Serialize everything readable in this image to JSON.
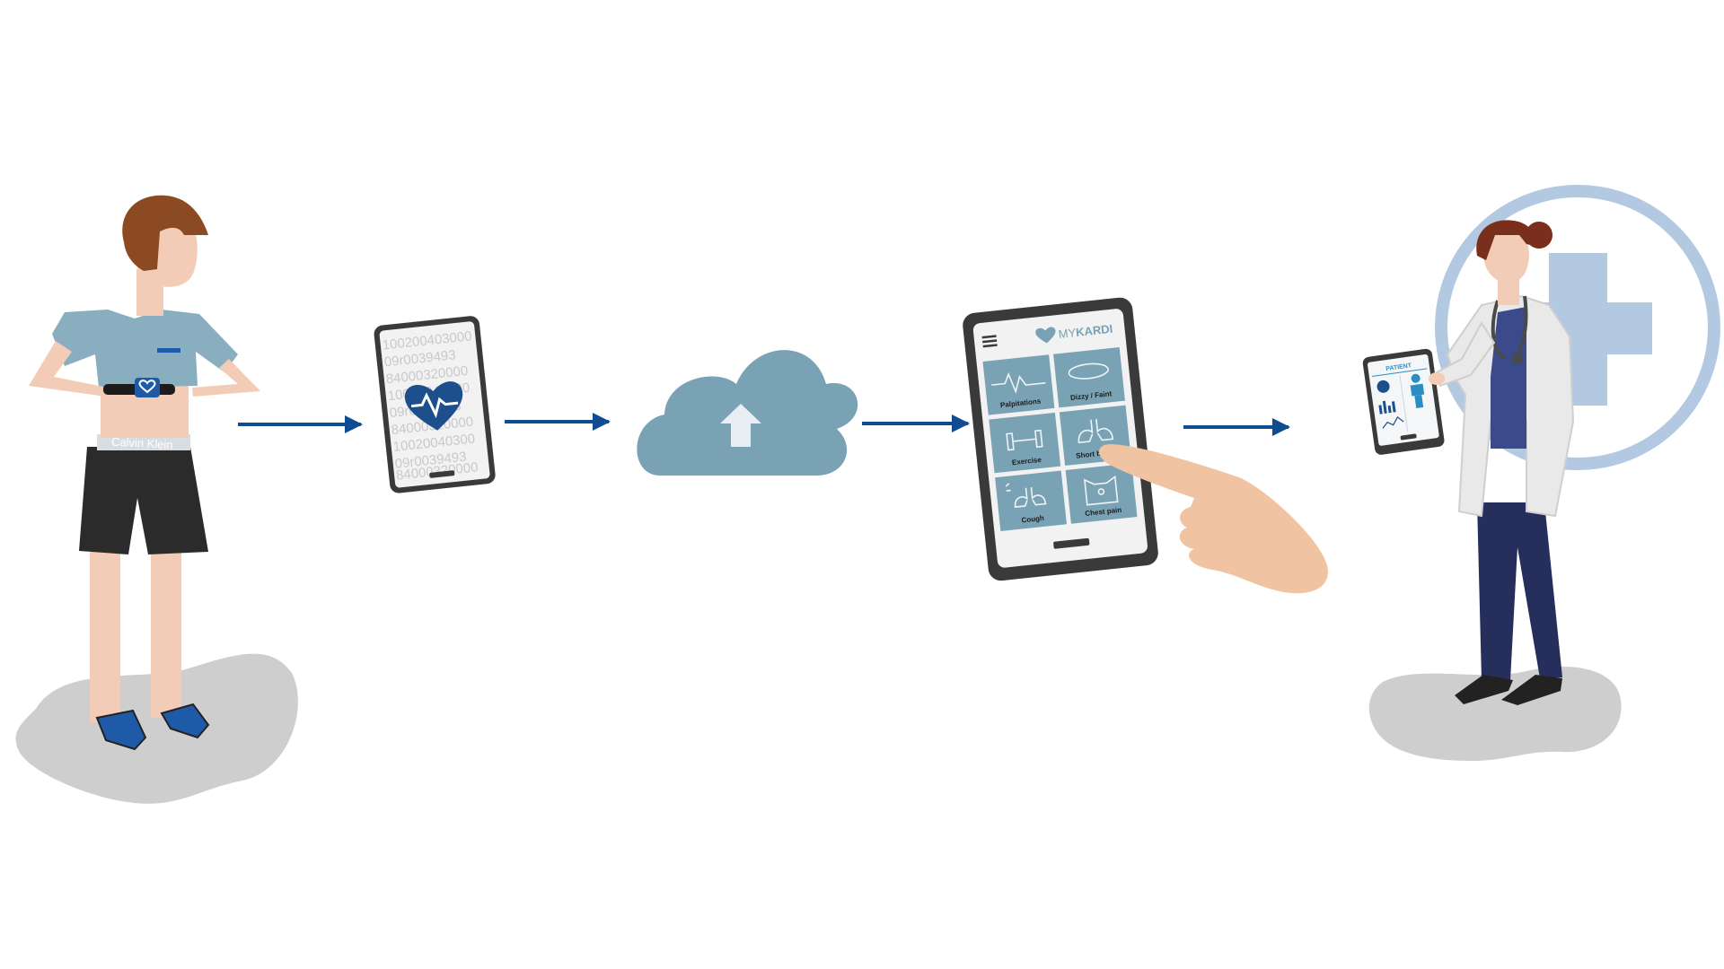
{
  "colors": {
    "arrow": "#0f4c92",
    "cloud": "#7aa2b5",
    "tile": "#7aa2b5",
    "skin": "#f2ccb6",
    "hair": "#8b4a22",
    "shadow": "#cfcecf",
    "shirt": "#88aebf",
    "shorts": "#2b2b2b",
    "sandal": "#1f5aa8",
    "plus": "#b3c9e1",
    "scrubs": "#262f5b",
    "device_frame": "#3a3a3a"
  },
  "phone1": {
    "data_lines": [
      "100200403000",
      "09r0039493",
      "84000320000",
      "10020040300",
      "09r0039493",
      "84000320000",
      "10020040300",
      "09r0039493",
      "84000320000"
    ],
    "icon": "heart-pulse-icon"
  },
  "cloud": {
    "icon": "upload-arrow-icon"
  },
  "app": {
    "logo_text_light": "MY",
    "logo_text_bold": "KARDI",
    "menu_icon": "hamburger-menu-icon",
    "tiles": [
      {
        "label": "Palpitations",
        "icon": "ecg-wave-icon"
      },
      {
        "label": "Dizzy / Faint",
        "icon": "dizzy-ring-icon"
      },
      {
        "label": "Exercise",
        "icon": "dumbbell-icon"
      },
      {
        "label": "Short breath",
        "icon": "lungs-icon"
      },
      {
        "label": "Cough",
        "icon": "cough-lungs-icon"
      },
      {
        "label": "Chest pain",
        "icon": "chest-pain-icon"
      }
    ]
  },
  "patient_wear": {
    "waistband_text": "Calvin Klein"
  },
  "doctor_tablet": {
    "title": "PATIENT"
  }
}
